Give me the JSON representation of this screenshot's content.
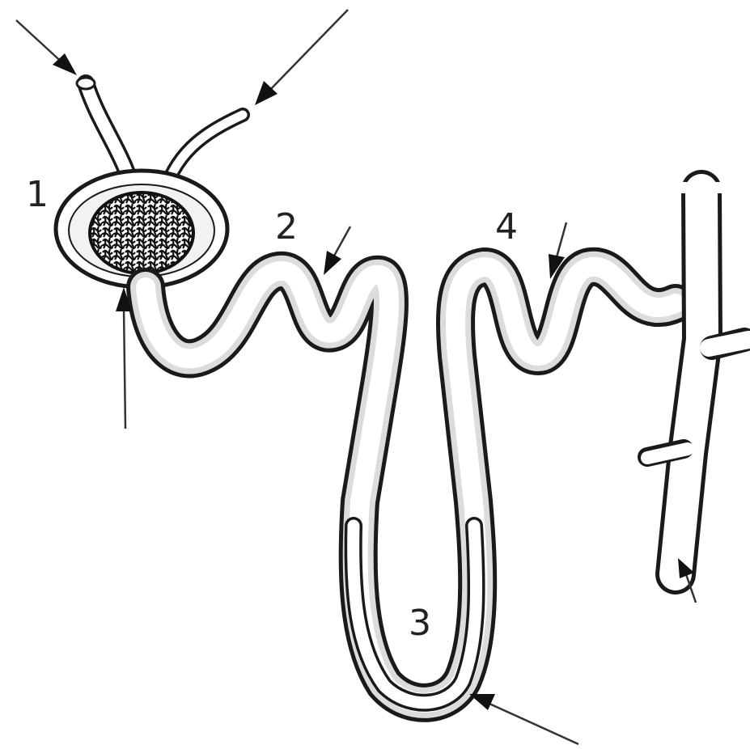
{
  "labels": {
    "glomerulus": "1",
    "proximal_tubule": "2",
    "loop_of_henle": "3",
    "distal_tubule": "4"
  },
  "colors": {
    "ink": "#1a1a1a",
    "tube_fill": "#ffffff",
    "shading": "#d9d9d9",
    "background": "#ffffff"
  }
}
